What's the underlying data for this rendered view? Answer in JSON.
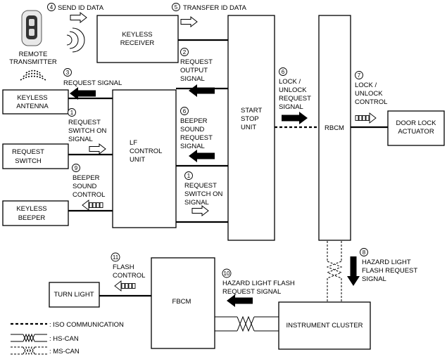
{
  "blocks": {
    "keyless_receiver": [
      "KEYLESS",
      "RECEIVER"
    ],
    "keyless_antenna": [
      "KEYLESS",
      "ANTENNA"
    ],
    "request_switch": [
      "REQUEST",
      "SWITCH"
    ],
    "keyless_beeper": [
      "KEYLESS",
      "BEEPER"
    ],
    "lf_control_unit": [
      "LF",
      "CONTROL",
      "UNIT"
    ],
    "start_stop_unit": [
      "START",
      "STOP",
      "UNIT"
    ],
    "rbcm": "RBCM",
    "door_lock_actuator": [
      "DOOR LOCK",
      "ACTUATOR"
    ],
    "turn_light": "TURN LIGHT",
    "fbcm": "FBCM",
    "instrument_cluster": "INSTRUMENT CLUSTER"
  },
  "remote_label": [
    "REMOTE",
    "TRANSMITTER"
  ],
  "signals": {
    "s4": {
      "num": "4",
      "text": [
        "SEND ID DATA"
      ]
    },
    "s5": {
      "num": "5",
      "text": [
        "TRANSFER ID DATA"
      ]
    },
    "s2": {
      "num": "2",
      "text": [
        "REQUEST",
        "OUTPUT",
        "SIGNAL"
      ]
    },
    "s3": {
      "num": "3",
      "text": [
        "REQUEST SIGNAL"
      ]
    },
    "s1a": {
      "num": "1",
      "text": [
        "REQUEST",
        "SWITCH ON",
        "SIGNAL"
      ]
    },
    "s6a": {
      "num": "6",
      "text": [
        "BEEPER",
        "SOUND",
        "REQUEST",
        "SIGNAL"
      ]
    },
    "s9": {
      "num": "9",
      "text": [
        "BEEPER",
        "SOUND",
        "CONTROL"
      ]
    },
    "s1b": {
      "num": "1",
      "text": [
        "REQUEST",
        "SWITCH ON",
        "SIGNAL"
      ]
    },
    "s6b": {
      "num": "6",
      "text": [
        "LOCK /",
        "UNLOCK",
        "REQUEST",
        "SIGNAL"
      ]
    },
    "s7": {
      "num": "7",
      "text": [
        "LOCK /",
        "UNLOCK",
        "CONTROL"
      ]
    },
    "s8": {
      "num": "8",
      "text": [
        "HAZARD LIGHT",
        "FLASH REQUEST",
        "SIGNAL"
      ]
    },
    "s10": {
      "num": "10",
      "text": [
        "HAZARD LIGHT FLASH",
        "REQUEST SIGNAL"
      ]
    },
    "s11": {
      "num": "11",
      "text": [
        "FLASH",
        "CONTROL"
      ]
    }
  },
  "legend": [
    ": ISO COMMUNICATION",
    ": HS-CAN",
    ": MS-CAN"
  ]
}
